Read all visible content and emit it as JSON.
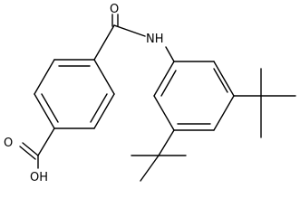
{
  "structure": {
    "atoms": {
      "carbonyl_oxygen": "O",
      "amide_nitrogen": "NH",
      "acid_carbonyl_oxygen": "O",
      "acid_hydroxyl": "OH"
    }
  }
}
